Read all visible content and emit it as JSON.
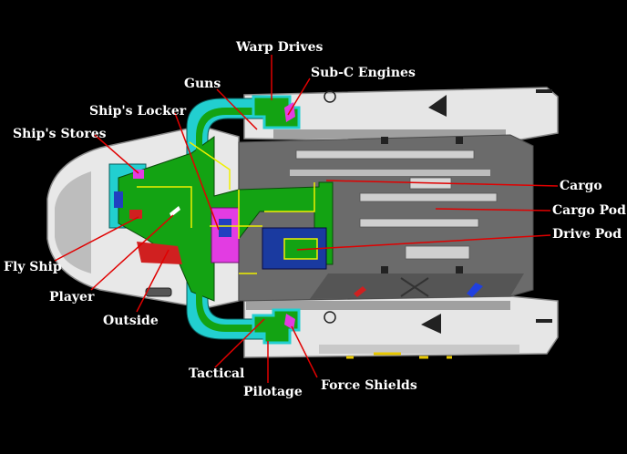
{
  "labels": {
    "warp_drives": "Warp Drives",
    "sub_c_engines": "Sub-C Engines",
    "guns": "Guns",
    "ships_locker": "Ship's Locker",
    "ships_stores": "Ship's Stores",
    "cargo": "Cargo",
    "cargo_pod": "Cargo Pod",
    "drive_pod": "Drive Pod",
    "fly_ship": "Fly Ship",
    "player": "Player",
    "outside": "Outside",
    "tactical": "Tactical",
    "pilotage": "Pilotage",
    "force_shields": "Force Shields"
  },
  "colors": {
    "background": "#000000",
    "hull": "#e6e6e6",
    "hull_shadow": "#9a9a9a",
    "interior_green": "#13a313",
    "corridor_cyan": "#22cfd0",
    "room_magenta": "#e23ce2",
    "highlight_yellow": "#f0f000",
    "leader_red": "#e00000",
    "label_text": "#ffffff"
  }
}
